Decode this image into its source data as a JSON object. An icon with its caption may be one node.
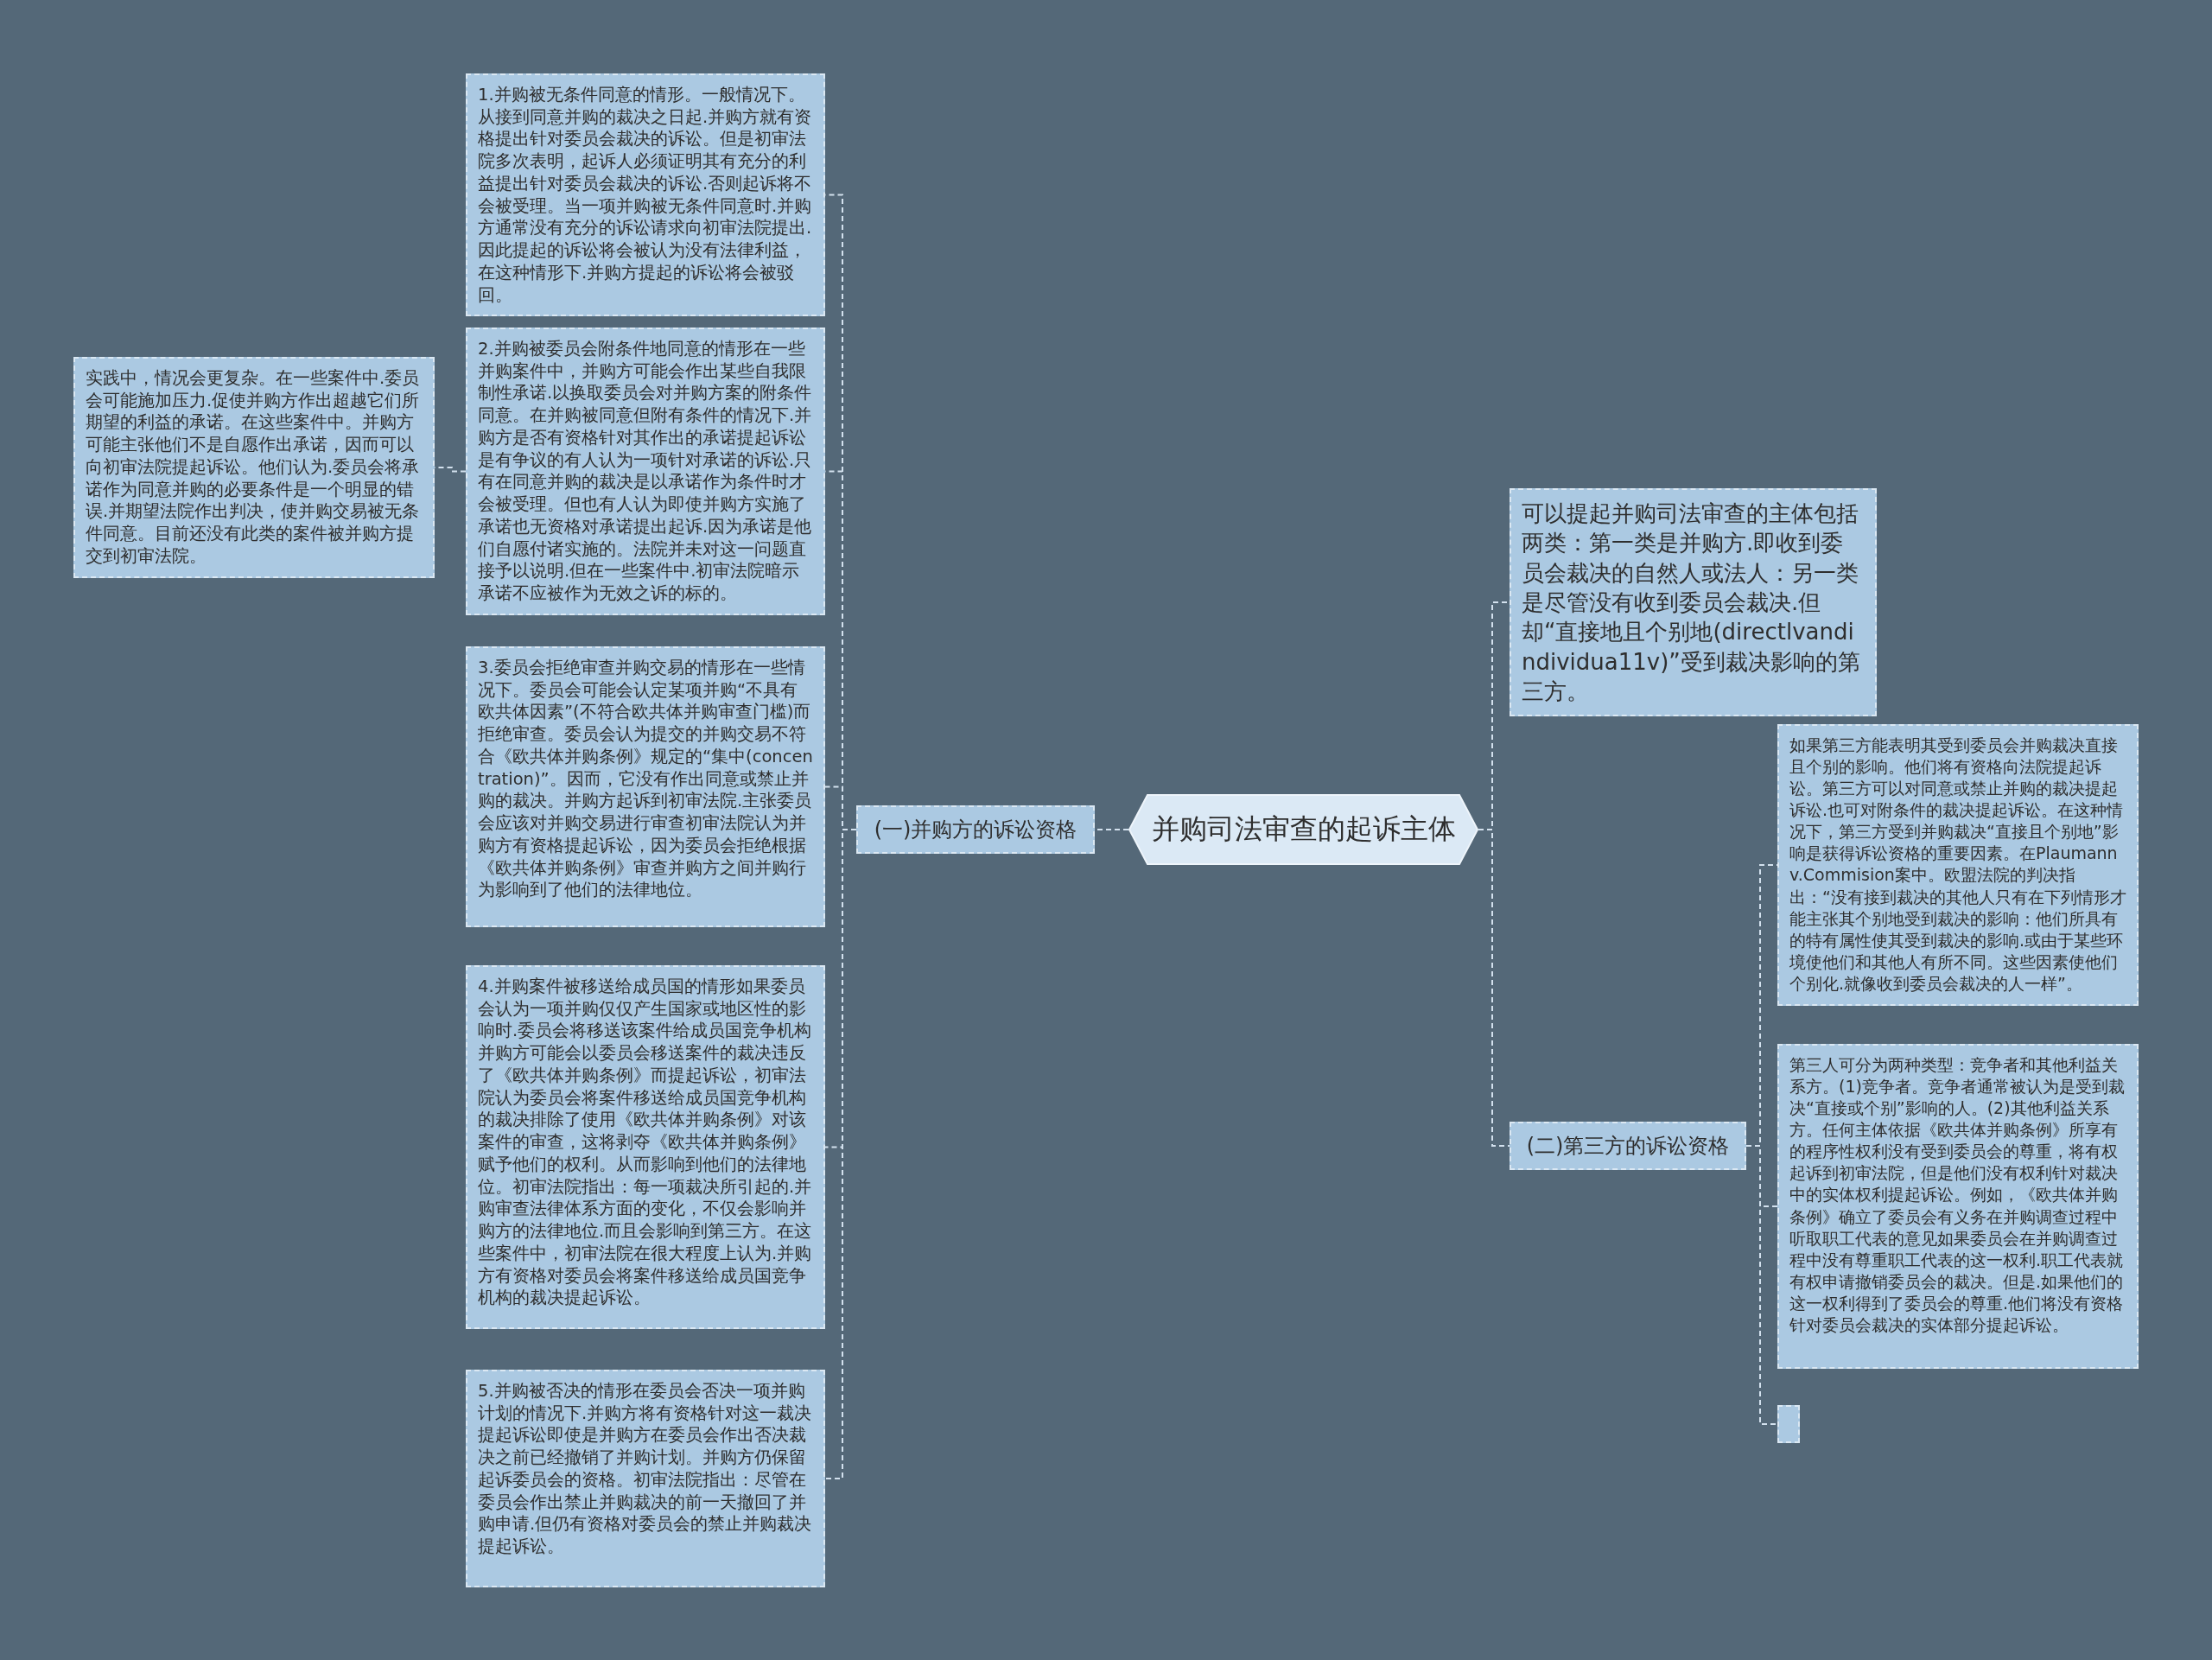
{
  "diagram": {
    "nodes": [
      {
        "text": [
          "并购司法审查的起诉主体"
        ]
      },
      {
        "text": [
          "(一)并购方的诉讼资格"
        ]
      },
      {
        "text": [
          "1.并购被无条件同意的情形。一般情况下。从接到同意并购的裁决之日起.并购方就有资格提出针对委员会裁决的诉讼。但是初审法院多次表明，起诉人必须证明其有充分的利益提出针对委员会裁决的诉讼.否则起诉将不会被受理。当一项并购被无条件同意时.并购方通常没有充分的诉讼请求向初审法院提出.因此提起的诉讼将会被认为没有法律利益，在这种情形下.并购方提起的诉讼将会被驳回。"
        ]
      },
      {
        "text": [
          "2.并购被委员会附条件地同意的情形在一些并购案件中，并购方可能会作出某些自我限制性承诺.以换取委员会对并购方案的附条件同意。在并购被同意但附有条件的情况下.并购方是否有资格针对其作出的承诺提起诉讼是有争议的有人认为一项针对承诺的诉讼.只有在同意并购的裁决是以承诺作为条件时才会被受理。但也有人认为即使并购方实施了承诺也无资格对承诺提出起诉.因为承诺是他们自愿付诸实施的。法院并未对这一问题直接予以说明.但在一些案件中.初审法院暗示承诺不应被作为无效之诉的标的。"
        ]
      },
      {
        "text": [
          "实践中，情况会更复杂。在一些案件中.委员会可能施加压力.促使并购方作出超越它们所期望的利益的承诺。在这些案件中。并购方可能主张他们不是自愿作出承诺，因而可以向初审法院提起诉讼。他们认为.委员会将承诺作为同意并购的必要条件是一个明显的错误.并期望法院作出判决，使并购交易被无条件同意。目前还没有此类的案件被并购方提交到初审法院。"
        ]
      },
      {
        "text": [
          "3.委员会拒绝审查并购交易的情形在一些情况下。委员会可能会认定某项并购“不具有欧共体因素”(不符合欧共体并购审查门槛)而拒绝审查。委员会认为提交的并购交易不符合《欧共体并购条例》规定的“集中(concentration)”。因而，它没有作出同意或禁止并购的裁决。并购方起诉到初审法院.主张委员会应该对并购交易进行审查初审法院认为并购方有资格提起诉讼，因为委员会拒绝根据《欧共体并购条例》审查并购方之间并购行为影响到了他们的法律地位。"
        ]
      },
      {
        "text": [
          "4.并购案件被移送给成员国的情形如果委员会认为一项并购仅仅产生国家或地区性的影响时.委员会将移送该案件给成员国竞争机构并购方可能会以委员会移送案件的裁决违反了《欧共体并购条例》而提起诉讼，初审法院认为委员会将案件移送给成员国竞争机构的裁决排除了使用《欧共体并购条例》对该案件的审查，这将剥夺《欧共体并购条例》赋予他们的权利。从而影响到他们的法律地位。初审法院指出：每一项裁决所引起的.并购审查法律体系方面的变化，不仅会影响并购方的法律地位.而且会影响到第三方。在这些案件中，初审法院在很大程度上认为.并购方有资格对委员会将案件移送给成员国竞争机构的裁决提起诉讼。"
        ]
      },
      {
        "text": [
          "5.并购被否决的情形在委员会否决一项并购计划的情况下.并购方将有资格针对这一裁决提起诉讼即使是并购方在委员会作出否决裁决之前已经撤销了并购计划。并购方仍保留起诉委员会的资格。初审法院指出：尽管在委员会作出禁止并购裁决的前一天撤回了并购申请.但仍有资格对委员会的禁止并购裁决提起诉讼。"
        ]
      },
      {
        "text": [
          "可以提起并购司法审查的主体包括两类：第一类是并购方.即收到委员会裁决的自然人或法人：另一类是尽管没有收到委员会裁决.但却“直接地且个别地(directlvandindividua11v)”受到裁决影响的第三方。"
        ]
      },
      {
        "text": [
          "(二)第三方的诉讼资格"
        ]
      },
      {
        "text": [
          "如果第三方能表明其受到委员会并购裁决直接且个别的影响。他们将有资格向法院提起诉讼。第三方可以对同意或禁止并购的裁决提起诉讼.也可对附条件的裁决提起诉讼。在这种情况下，第三方受到并购裁决“直接且个别地”影响是获得诉讼资格的重要因素。在Plaumann v.Commision案中。欧盟法院的判决指出：“没有接到裁决的其他人只有在下列情形才能主张其个别地受到裁决的影响：他们所具有的特有属性使其受到裁决的影响.或由于某些环境使他们和其他人有所不同。这些因素使他们个别化.就像收到委员会裁决的人一样”。"
        ]
      },
      {
        "text": [
          "第三人可分为两种类型：竞争者和其他利益关系方。(1)竞争者。竞争者通常被认为是受到裁决“直接或个别”影响的人。(2)其他利益关系方。任何主体依据《欧共体并购条例》所享有的程序性权利没有受到委员会的尊重，将有权起诉到初审法院，但是他们没有权利针对裁决中的实体权利提起诉讼。例如，《欧共体并购条例》确立了委员会有义务在并购调查过程中听取职工代表的意见如果委员会在并购调查过程中没有尊重职工代表的这一权利.职工代表就有权申请撤销委员会的裁决。但是.如果他们的这一权利得到了委员会的尊重.他们将没有资格针对委员会裁决的实体部分提起诉讼。"
        ]
      },
      {
        "text": [],
        "shape": "box"
      }
    ],
    "edges": [
      {
        "from": 0,
        "to": 1,
        "arrow": "none"
      },
      {
        "from": 1,
        "to": 2,
        "arrow": "none"
      },
      {
        "from": 1,
        "to": 3,
        "arrow": "none"
      },
      {
        "from": 3,
        "to": 4,
        "arrow": "none"
      },
      {
        "from": 1,
        "to": 5,
        "arrow": "none"
      },
      {
        "from": 1,
        "to": 6,
        "arrow": "none"
      },
      {
        "from": 1,
        "to": 7,
        "arrow": "none"
      },
      {
        "from": 0,
        "to": 8,
        "arrow": "none"
      },
      {
        "from": 0,
        "to": 9,
        "arrow": "none"
      },
      {
        "from": 9,
        "to": 10,
        "arrow": "none"
      },
      {
        "from": 9,
        "to": 11,
        "arrow": "none"
      },
      {
        "from": 9,
        "to": 12,
        "arrow": "none"
      }
    ]
  }
}
